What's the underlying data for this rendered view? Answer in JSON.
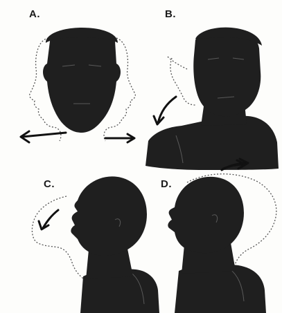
{
  "panels": [
    {
      "label": "A."
    },
    {
      "label": "B."
    },
    {
      "label": "C."
    },
    {
      "label": "D."
    }
  ],
  "colors": {
    "ink": "#1f1f1f",
    "paper": "#fdfdfb",
    "outline": "#666666"
  }
}
